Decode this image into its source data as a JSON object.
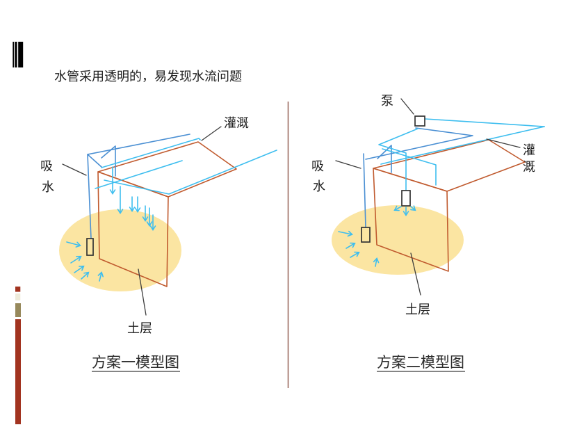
{
  "page": {
    "title": "水管采用透明的，易发现水流问题"
  },
  "diagrams": {
    "scheme1": {
      "caption": "方案一模型图",
      "irrigation_label": "灌溉",
      "suction_label": [
        "吸",
        "水"
      ],
      "soil_label": "土层"
    },
    "scheme2": {
      "caption": "方案二模型图",
      "pump_label": "泵",
      "irrigation_label": [
        "灌",
        "溉"
      ],
      "suction_label": [
        "吸",
        "水"
      ],
      "soil_label": "土层"
    }
  },
  "colors": {
    "pipe_transparent_water": "#3EBEEF",
    "pipe_dark_blue": "#4A8FD3",
    "frame_orange": "#C05A2E",
    "soil_yellow": "#FBE5A2",
    "divider_brown": "#9B6B60",
    "accent_red": "#A23420",
    "accent_olive": "#97895C",
    "accent_cream": "#EEEBDA",
    "logo_black": "#000000"
  }
}
